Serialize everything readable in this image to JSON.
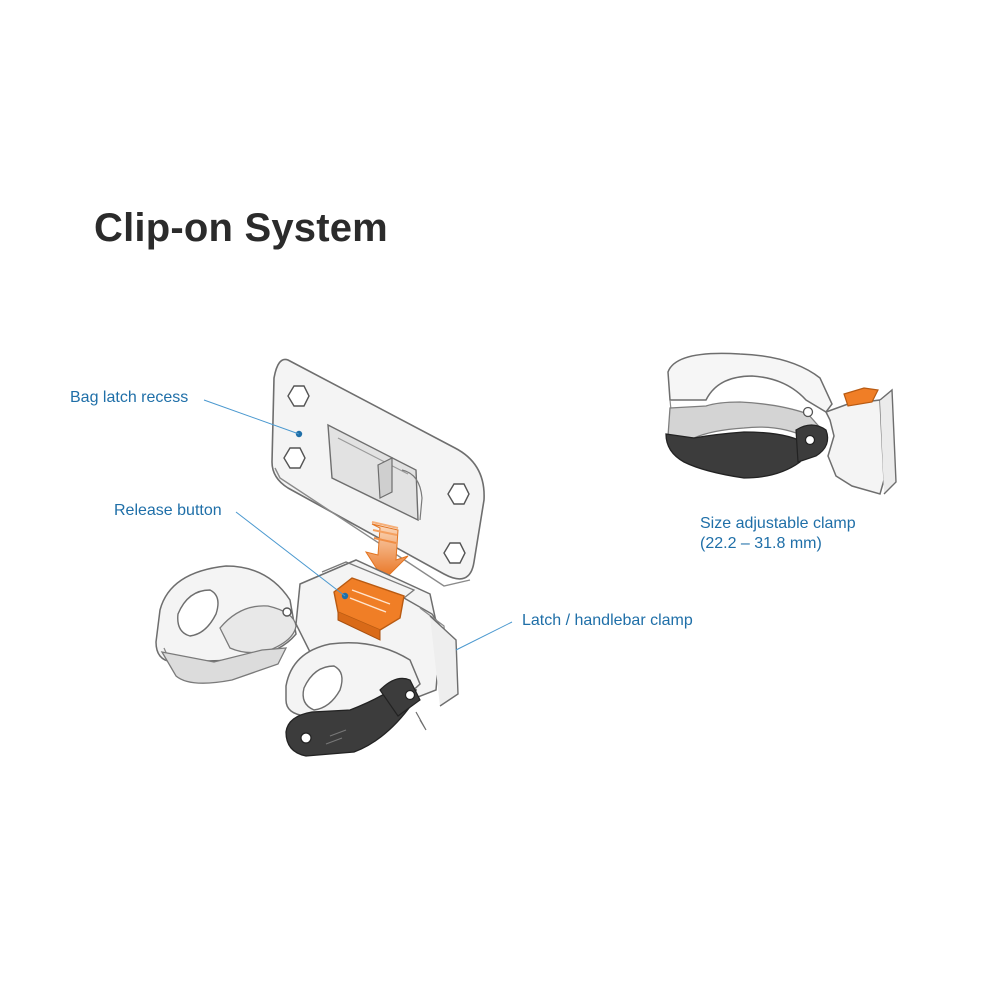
{
  "title": "Clip-on System",
  "colors": {
    "label": "#1f6fa8",
    "leader": "#4a98cf",
    "accent": "#f07e26",
    "dark_part": "#3c3c3c",
    "outline": "#6e6e6e",
    "title": "#2b2b2b"
  },
  "callouts": {
    "bag_latch_recess": "Bag latch recess",
    "release_button": "Release button",
    "latch_clamp": "Latch / handlebar clamp",
    "size_clamp_line1": "Size adjustable clamp",
    "size_clamp_line2": "(22.2 – 31.8 mm)"
  }
}
